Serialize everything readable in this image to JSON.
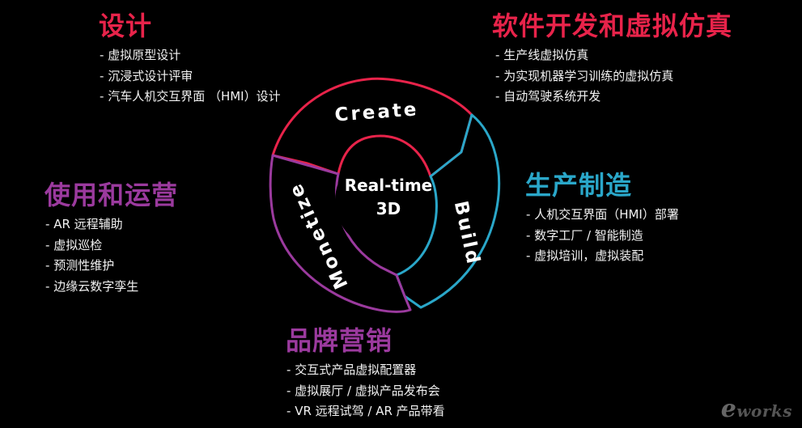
{
  "colors": {
    "background": "#000000",
    "design": "#e8234a",
    "software": "#e8234a",
    "operate": "#9b3a9e",
    "manufacture": "#2aa7c9",
    "brand": "#9b3a9e",
    "text": "#ffffff"
  },
  "center": {
    "line1": "Real-time",
    "line2": "3D"
  },
  "ring": {
    "create": "Create",
    "build": "Build",
    "monetize": "Monetize"
  },
  "design": {
    "title": "设计",
    "items": [
      "虚拟原型设计",
      "沉浸式设计评审",
      "汽车人机交互界面 （HMI）设计"
    ]
  },
  "software": {
    "title": "软件开发和虚拟仿真",
    "items": [
      "生产线虚拟仿真",
      "为实现机器学习训练的虚拟仿真",
      "自动驾驶系统开发"
    ]
  },
  "operate": {
    "title": "使用和运营",
    "items": [
      "AR 远程辅助",
      "虚拟巡检",
      "预测性维护",
      "边缘云数字孪生"
    ]
  },
  "manufacture": {
    "title": "生产制造",
    "items": [
      "人机交互界面（HMI）部署",
      "数字工厂 / 智能制造",
      "虚拟培训，虚拟装配"
    ]
  },
  "brand": {
    "title": "品牌营销",
    "items": [
      "交互式产品虚拟配置器",
      "虚拟展厅 / 虚拟产品发布会",
      "VR 远程试驾 / AR 产品带看"
    ]
  },
  "watermark": {
    "e": "e",
    "rest": "works"
  }
}
